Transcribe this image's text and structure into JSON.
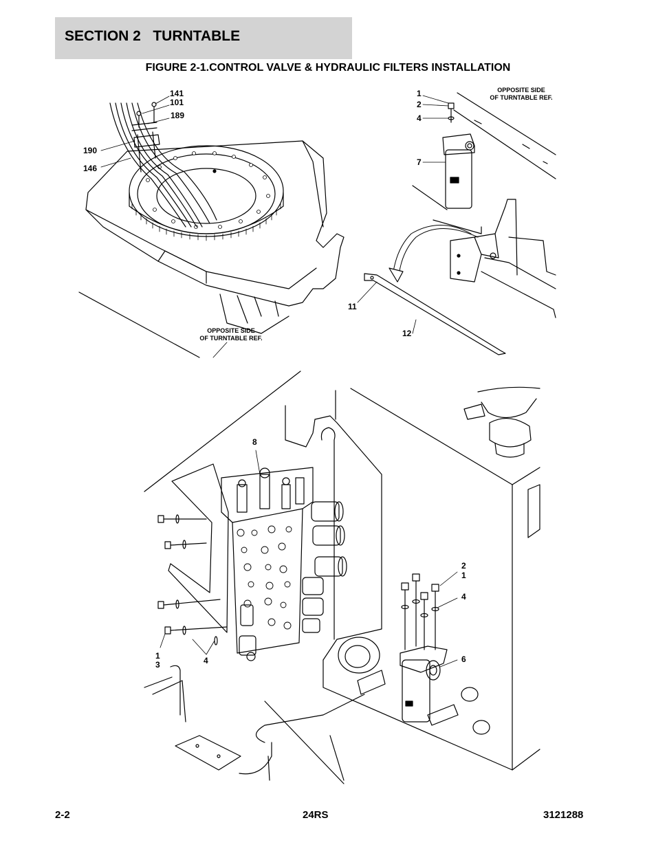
{
  "section": {
    "title": "SECTION 2   TURNTABLE"
  },
  "figure": {
    "title": "FIGURE 2-1.CONTROL VALVE & HYDRAULIC FILTERS INSTALLATION"
  },
  "top_left_view": {
    "callouts": {
      "c141": "141",
      "c101": "101",
      "c189": "189",
      "c190": "190",
      "c146": "146"
    },
    "ref_note": {
      "line1": "OPPOSITE SIDE",
      "line2": "OF TURNTABLE REF."
    }
  },
  "top_right_view": {
    "callouts": {
      "c1": "1",
      "c2": "2",
      "c4": "4",
      "c7": "7",
      "c11": "11",
      "c12": "12"
    },
    "ref_note": {
      "line1": "OPPOSITE SIDE",
      "line2": "OF TURNTABLE REF."
    }
  },
  "bottom_view": {
    "callouts": {
      "c8": "8",
      "c2": "2",
      "c1": "1",
      "c4": "4",
      "c6": "6",
      "c1b": "1",
      "c3": "3",
      "c4b": "4"
    }
  },
  "footer": {
    "page": "2-2",
    "model": "24RS",
    "doc_number": "3121288"
  }
}
